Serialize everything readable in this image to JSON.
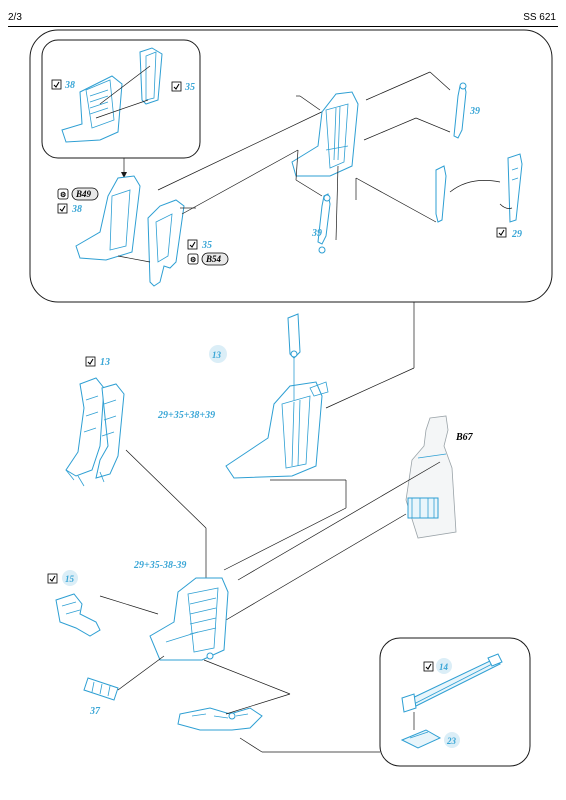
{
  "header": {
    "page_number": "2/3",
    "sheet_code": "SS 621"
  },
  "labels": {
    "p38_inset": "38",
    "p35_inset": "35",
    "p39_upper": "39",
    "p39_lower": "39",
    "p29": "29",
    "pB49": "B49",
    "p38_left": "38",
    "p35_left": "35",
    "pB54": "B54",
    "p13_a": "13",
    "p13_b": "13",
    "combo_1": "29+35+38+39",
    "pB67": "B67",
    "combo_2": "29+35-38-39",
    "p15": "15",
    "p37": "37",
    "p14": "14",
    "p23": "23"
  },
  "icons": {
    "check": "check-box-icon",
    "kit_part": "kit-part-icon"
  },
  "colors": {
    "part_stroke": "#2e9fd3",
    "label": "#3aa6d6",
    "line": "#1a1a1a"
  }
}
